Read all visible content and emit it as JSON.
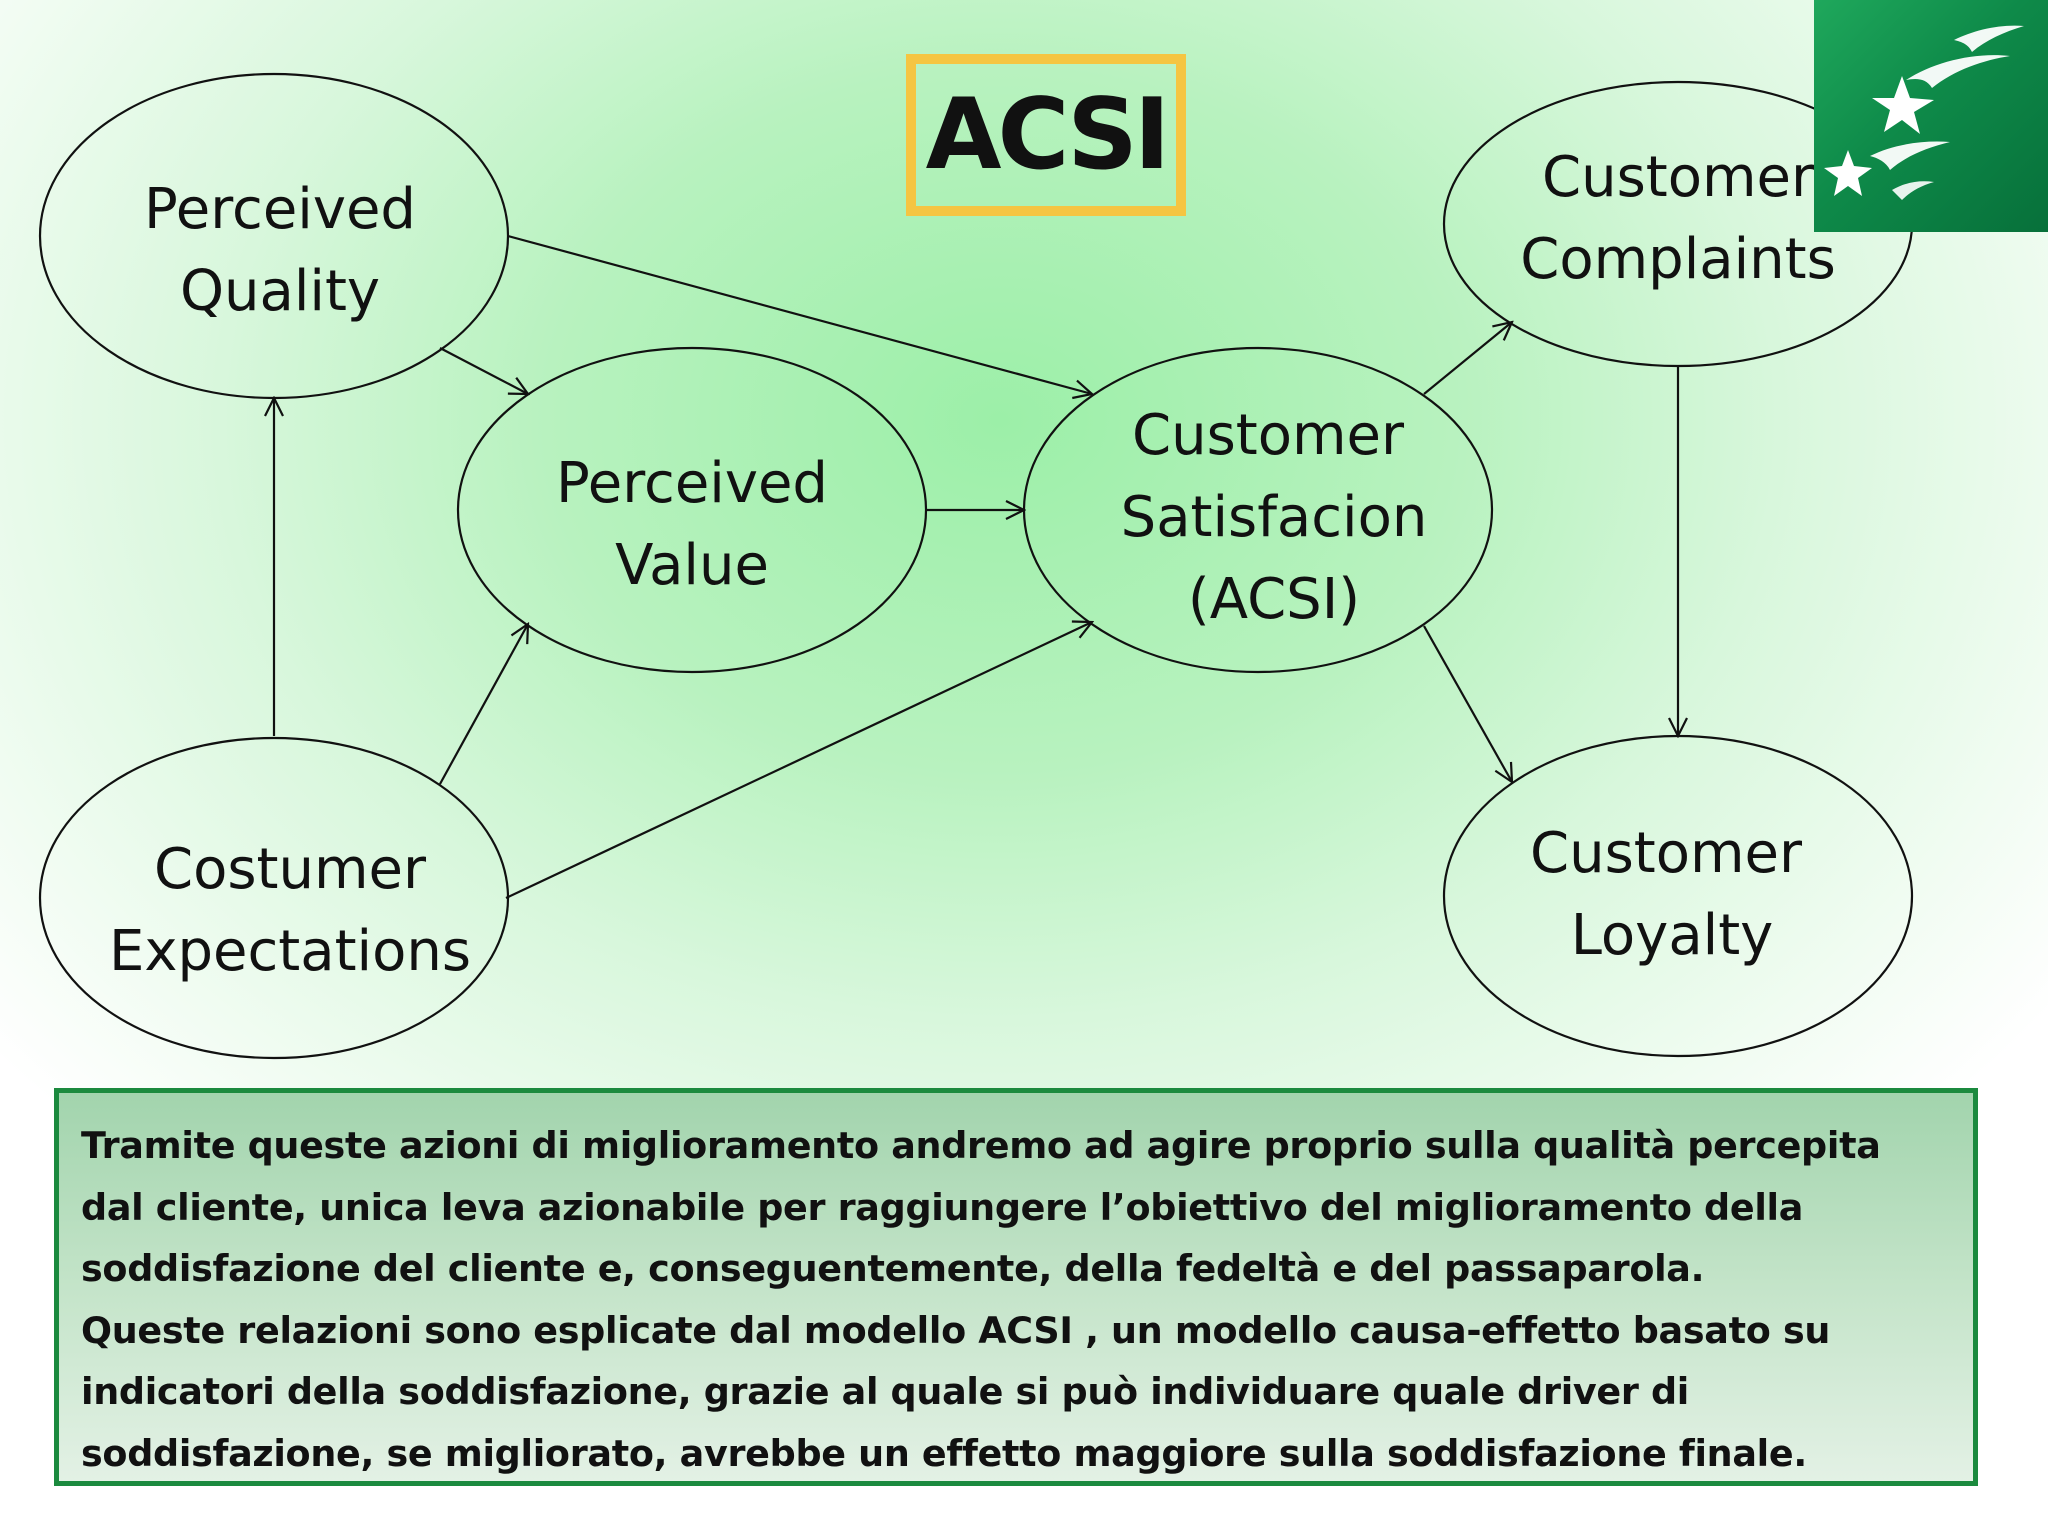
{
  "title": "ACSI",
  "nodes": {
    "perceived_quality": [
      "Perceived",
      "Quality"
    ],
    "perceived_value": [
      "Perceived",
      "Value"
    ],
    "customer_satisfaction": [
      "Customer",
      "Satisfacion",
      "(ACSI)"
    ],
    "customer_complaints": [
      "Customer",
      "Complaints"
    ],
    "customer_loyalty": [
      "Customer",
      "Loyalty"
    ],
    "customer_expectations": [
      "Costumer",
      "Expectations"
    ]
  },
  "edges": [
    [
      "customer_expectations",
      "perceived_quality"
    ],
    [
      "customer_expectations",
      "perceived_value"
    ],
    [
      "customer_expectations",
      "customer_satisfaction"
    ],
    [
      "perceived_quality",
      "perceived_value"
    ],
    [
      "perceived_quality",
      "customer_satisfaction"
    ],
    [
      "perceived_value",
      "customer_satisfaction"
    ],
    [
      "customer_satisfaction",
      "customer_complaints"
    ],
    [
      "customer_satisfaction",
      "customer_loyalty"
    ],
    [
      "customer_complaints",
      "customer_loyalty"
    ]
  ],
  "description": {
    "lines": [
      "Tramite queste azioni di miglioramento andremo ad agire proprio sulla qualità percepita",
      "dal cliente, unica leva azionabile  per raggiungere l’obiettivo del miglioramento della",
      "soddisfazione del cliente e, conseguentemente, della fedeltà e del passaparola.",
      "Queste relazioni sono esplicate dal modello ACSI , un modello causa-effetto basato su",
      "indicatori della soddisfazione, grazie al quale si può individuare quale driver di",
      "soddisfazione, se migliorato, avrebbe un effetto maggiore sulla soddisfazione finale."
    ]
  },
  "colors": {
    "title_border": "#f5c542",
    "textbox_border": "#1b8a3e",
    "logo_green": "#0e8a49"
  },
  "logo": {
    "icon": "flying-stars-logo"
  }
}
